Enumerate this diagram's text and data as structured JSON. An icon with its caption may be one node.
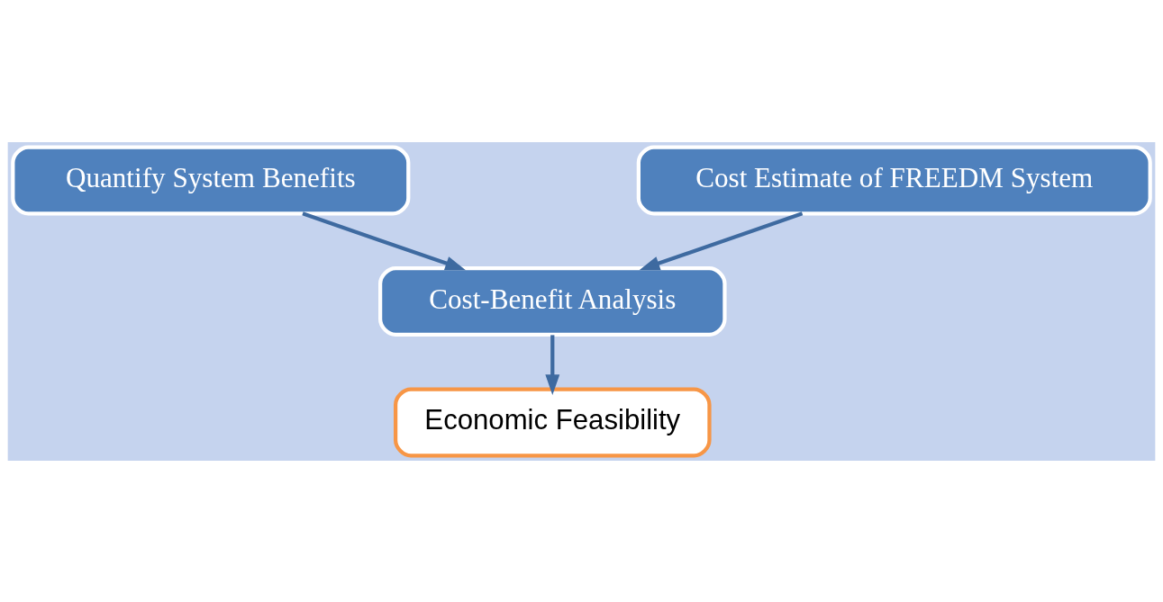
{
  "diagram": {
    "nodes": [
      {
        "text": [
          "Quantify System Benefits"
        ]
      },
      {
        "text": [
          "Cost Estimate of FREEDM System"
        ]
      },
      {
        "text": [
          "Cost-Benefit Analysis"
        ]
      },
      {
        "text": [
          "Economic Feasibility"
        ]
      }
    ],
    "edges": [
      {
        "from": 0,
        "to": 2,
        "arrow": "to"
      },
      {
        "from": 1,
        "to": 2,
        "arrow": "to"
      },
      {
        "from": 2,
        "to": 3,
        "arrow": "to"
      }
    ]
  }
}
